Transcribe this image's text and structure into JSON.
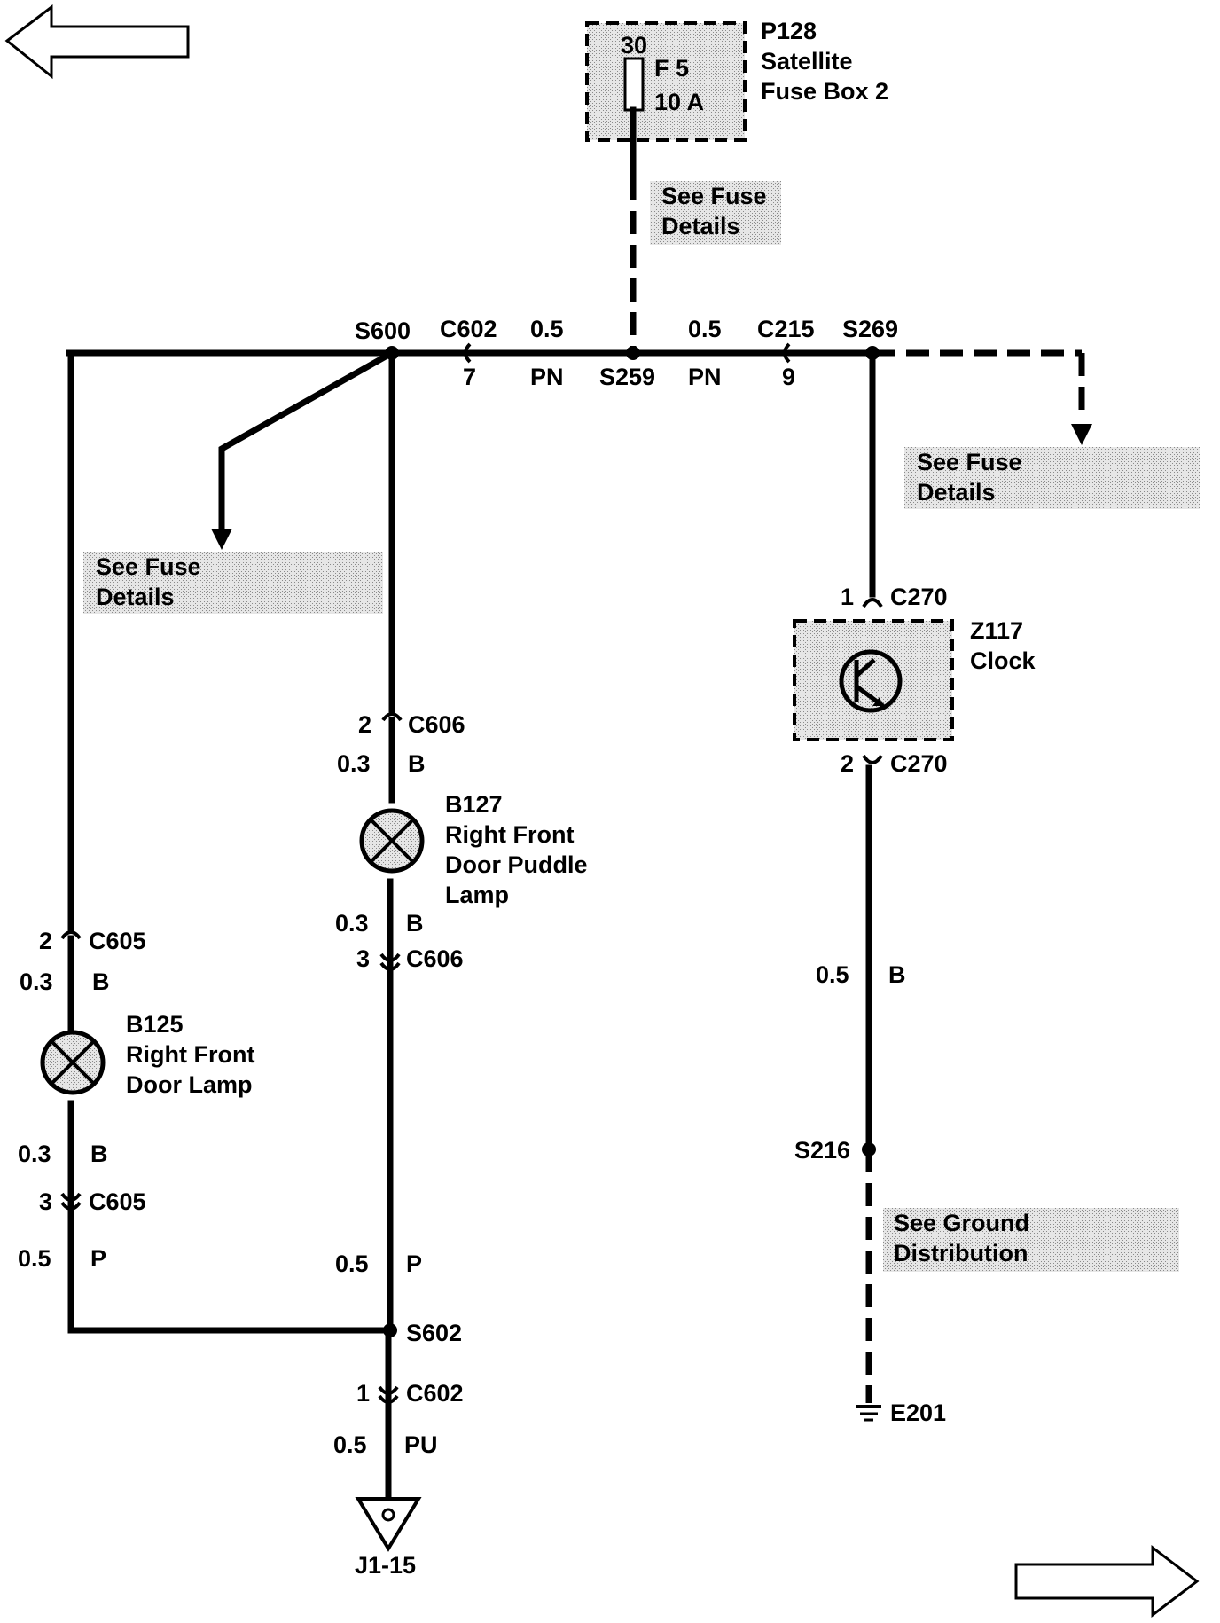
{
  "nav": {
    "prev_page": "previous-page",
    "next_page": "next-page"
  },
  "fuse_box": {
    "id": "P128",
    "name_line1": "Satellite",
    "name_line2": "Fuse Box 2",
    "terminal": "30",
    "fuse": "F 5",
    "rating": "10 A"
  },
  "notes": {
    "fuse_top": [
      "See Fuse",
      "Details"
    ],
    "fuse_right": [
      "See Fuse",
      "Details"
    ],
    "fuse_left": [
      "See Fuse",
      "Details"
    ],
    "ground": [
      "See Ground",
      "Distribution"
    ]
  },
  "main_bus": {
    "s600": "S600",
    "c602_top": "C602",
    "c602_pin": "7",
    "gauge_left": "0.5",
    "color_left": "PN",
    "s259": "S259",
    "gauge_right": "0.5",
    "color_right": "PN",
    "c215": "C215",
    "c215_pin": "9",
    "s269": "S269"
  },
  "clock": {
    "conn_top_pin": "1",
    "conn_top": "C270",
    "id": "Z117",
    "name": "Clock",
    "conn_bot_pin": "2",
    "conn_bot": "C270",
    "wire_gauge": "0.5",
    "wire_color": "B",
    "splice": "S216",
    "ground": "E201"
  },
  "puddle_lamp": {
    "conn_top_pin": "2",
    "conn_top": "C606",
    "gauge_top": "0.3",
    "color_top": "B",
    "id": "B127",
    "name_line1": "Right Front",
    "name_line2": "Door Puddle",
    "name_line3": "Lamp",
    "gauge_bot": "0.3",
    "color_bot": "B",
    "conn_bot_pin": "3",
    "conn_bot": "C606",
    "gauge_low": "0.5",
    "color_low": "P"
  },
  "door_lamp": {
    "conn_top_pin": "2",
    "conn_top": "C605",
    "gauge_top": "0.3",
    "color_top": "B",
    "id": "B125",
    "name_line1": "Right Front",
    "name_line2": "Door Lamp",
    "gauge_bot": "0.3",
    "color_bot": "B",
    "conn_bot_pin": "3",
    "conn_bot": "C605",
    "gauge_low": "0.5",
    "color_low": "P"
  },
  "output": {
    "splice": "S602",
    "conn_pin": "1",
    "conn": "C602",
    "gauge": "0.5",
    "color": "PU",
    "terminal": "J1-15"
  }
}
